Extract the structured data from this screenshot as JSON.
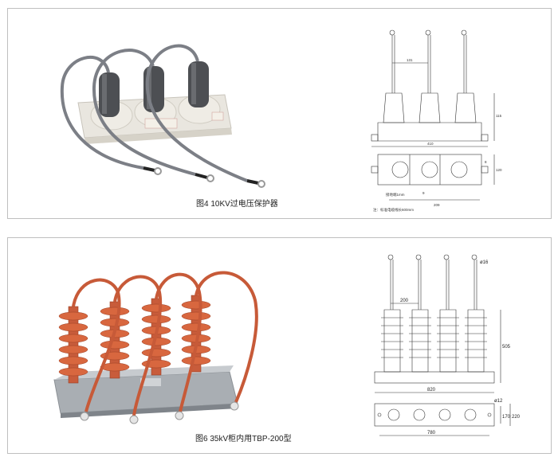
{
  "figures": [
    {
      "caption": "图4  10KV过电压保护器",
      "drawing": {
        "top_labels": [
          "",
          "",
          ""
        ],
        "dim_spacing": "131",
        "dim_height": "115",
        "dim_total": "410",
        "dim_width": "120",
        "dim_small": "8",
        "dim_bottom_a": "9",
        "dim_bottom_b": "209",
        "note_ground": "接地端1mm",
        "note_cable": "注：标准电缆线长600mm"
      }
    },
    {
      "caption": "图6  35kV柜内用TBP-200型",
      "drawing": {
        "dim_terminal": "ø16",
        "dim_spacing": "200",
        "dim_height": "505",
        "dim_total": "820",
        "dim_hole": "ø12",
        "dim_inner": "170",
        "dim_outer": "220",
        "dim_base": "780"
      }
    }
  ]
}
